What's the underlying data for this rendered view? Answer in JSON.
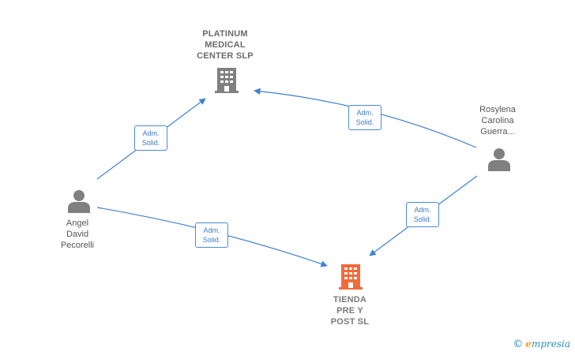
{
  "nodes": {
    "platinum": {
      "label": [
        "PLATINUM",
        "MEDICAL",
        "CENTER  SLP"
      ],
      "type": "company",
      "icon": "building-icon",
      "color": "#808080"
    },
    "tienda": {
      "label": [
        "TIENDA",
        "PRE Y",
        "POST  SL"
      ],
      "type": "company",
      "icon": "building-icon",
      "color": "#f26b3a"
    },
    "angel": {
      "label": [
        "Angel",
        "David",
        "Pecorelli"
      ],
      "type": "person",
      "icon": "person-icon",
      "color": "#808080"
    },
    "rosylena": {
      "label": [
        "Rosylena",
        "Carolina",
        "Guerra..."
      ],
      "type": "person",
      "icon": "person-icon",
      "color": "#808080"
    }
  },
  "edges": [
    {
      "from": "angel",
      "to": "platinum",
      "label": [
        "Adm.",
        "Solid."
      ]
    },
    {
      "from": "rosylena",
      "to": "platinum",
      "label": [
        "Adm.",
        "Solid."
      ]
    },
    {
      "from": "angel",
      "to": "tienda",
      "label": [
        "Adm.",
        "Solid."
      ]
    },
    {
      "from": "rosylena",
      "to": "tienda",
      "label": [
        "Adm.",
        "Solid."
      ]
    }
  ],
  "colors": {
    "edge": "#3f7fd0",
    "edge_label_border": "#4a8ad6"
  },
  "brand": {
    "copyright": "©",
    "initial": "e",
    "name": "mpresia"
  }
}
